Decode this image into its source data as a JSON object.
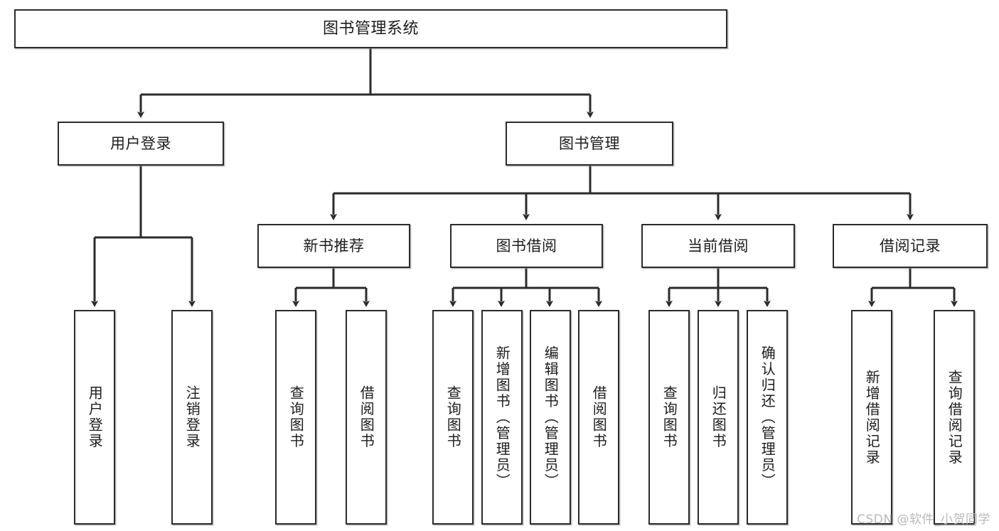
{
  "diagram": {
    "type": "tree",
    "title": "图书管理系统",
    "watermark": "CSDN @软件_小贺同学",
    "colors": {
      "box_border": "#2b2b2b",
      "box_fill": "#ffffff",
      "connector": "#2b2b2b",
      "watermark": "#b9b9b9",
      "background": "#ffffff"
    },
    "root": {
      "label": "图书管理系统"
    },
    "level2": [
      {
        "label": "用户登录"
      },
      {
        "label": "图书管理"
      }
    ],
    "level3": [
      {
        "label": "新书推荐"
      },
      {
        "label": "图书借阅"
      },
      {
        "label": "当前借阅"
      },
      {
        "label": "借阅记录"
      }
    ],
    "leaves": {
      "user_login": [
        {
          "label": "用户登录"
        },
        {
          "label": "注销登录"
        }
      ],
      "new_book": [
        {
          "label": "查询图书"
        },
        {
          "label": "借阅图书"
        }
      ],
      "book_borrow": [
        {
          "label": "查询图书"
        },
        {
          "label": "新增图书（管理员）"
        },
        {
          "label": "编辑图书（管理员）"
        },
        {
          "label": "借阅图书"
        }
      ],
      "current_borrow": [
        {
          "label": "查询图书"
        },
        {
          "label": "归还图书"
        },
        {
          "label": "确认归还（管理员）"
        }
      ],
      "borrow_record": [
        {
          "label": "新增借阅记录"
        },
        {
          "label": "查询借阅记录"
        }
      ]
    }
  }
}
